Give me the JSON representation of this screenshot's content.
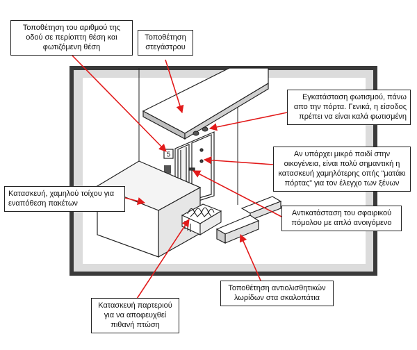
{
  "callouts": {
    "house_number": "Τοποθέτηση του αριθμού της\nοδού σε περίοπτη θέση και\nφωτιζόμενη θέση",
    "canopy": "Τοποθέτηση\nστεγάστρου",
    "lighting": "Εγκατάσταση φωτισμού, πάνω\nαπο την πόρτα. Γενικά, η είσοδος\nπρέπει να είναι καλά φωτισμένη",
    "peephole": "Αν υπάρχει μικρό παιδί στην\nοικογένεια, είναι πολύ σημαντική η\nκατασκευή χαμηλότερης οπής “ματάκι\nπόρτας” για τον έλεγχο των ξένων",
    "low_wall": "Κατασκευή, χαμηλού τοίχου για\nεναπόθεση πακέτων",
    "door_handle": "Αντικατάσταση του σφαιρικού\nπόμολου με απλό ανοιγόμενο",
    "anti_slip": "Τοποθέτηση αντιολισθητικών\nλωρίδων στα σκαλοπάτια",
    "planter": "Κατασκευή παρτεριού\nγια να αποφευχθεί\nπιθανή πτώση"
  },
  "house_number_sign": "5",
  "colors": {
    "arrow": "#e21b1b",
    "frame": "#3a3a3a",
    "frame_bg": "#dcdcdc"
  }
}
